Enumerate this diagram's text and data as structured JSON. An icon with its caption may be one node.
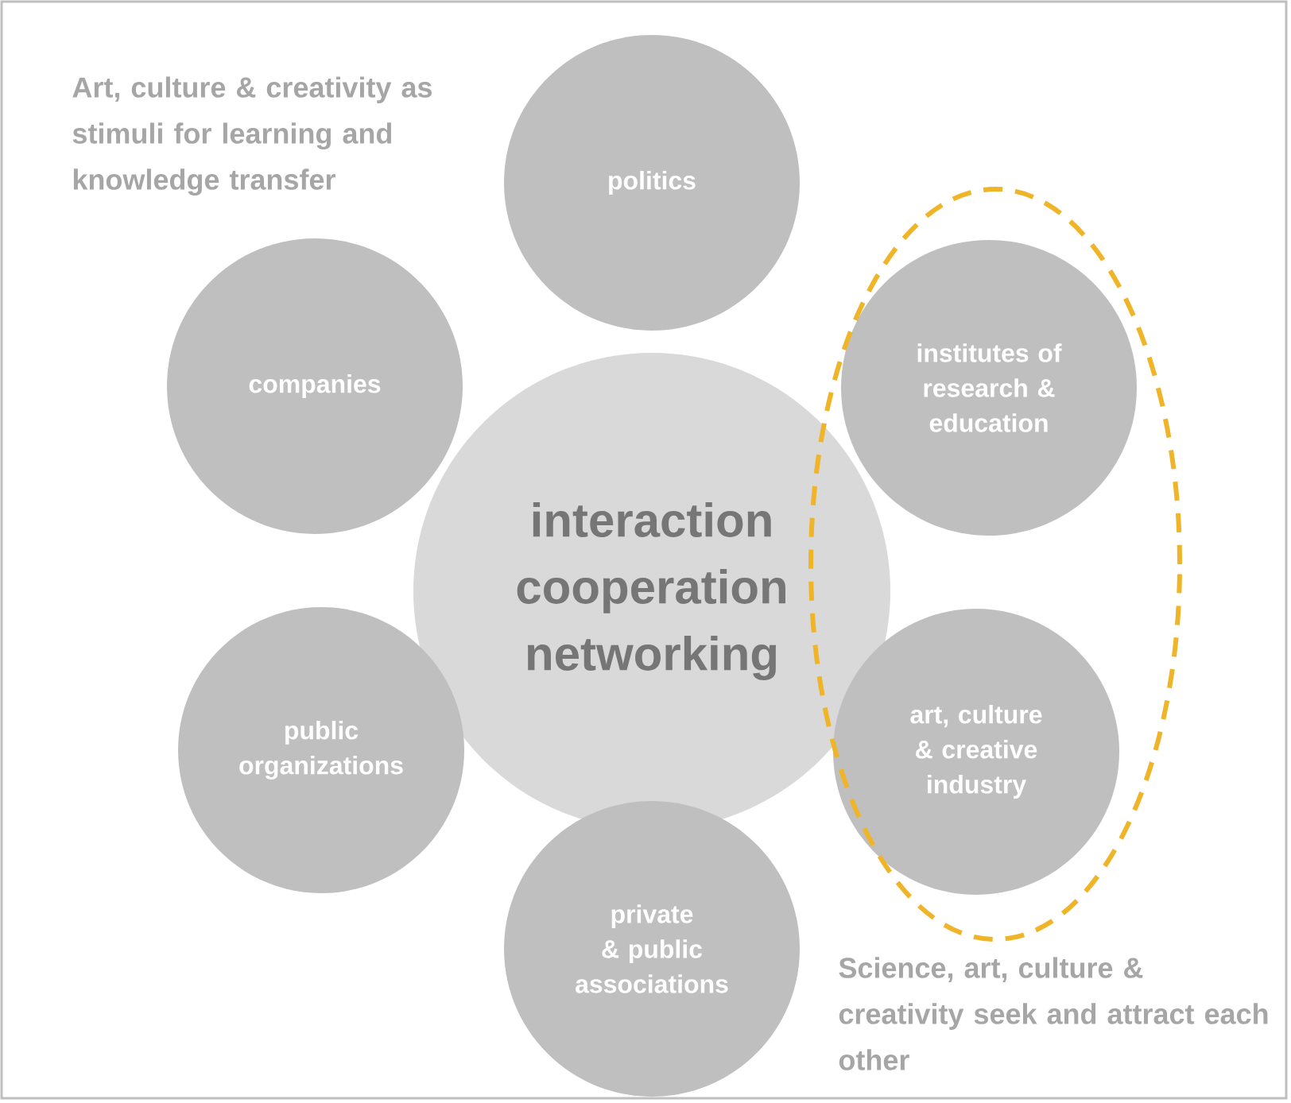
{
  "diagram": {
    "nodes": [
      {
        "text": [
          "politics"
        ]
      },
      {
        "text": [
          "companies"
        ]
      },
      {
        "text": [
          "institutes of research & education"
        ]
      },
      {
        "text": [
          "interaction cooperation networking"
        ]
      },
      {
        "text": [
          "public organizations"
        ]
      },
      {
        "text": [
          "art, culture & creative industry"
        ]
      },
      {
        "text": [
          "private & public associations"
        ]
      }
    ],
    "labels": [
      "Art, culture & creativity as stimuli for learning and knowledge transfer",
      "Science, art, culture & creativity seek and attract each other"
    ]
  }
}
